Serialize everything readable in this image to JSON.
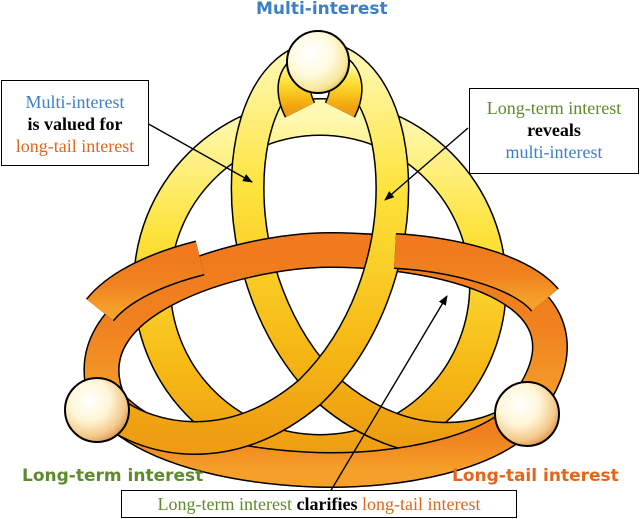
{
  "colors": {
    "multi_interest": "#3d7fc4",
    "long_term": "#5e8a2c",
    "long_tail": "#e2661d",
    "yellow_band": "#f6c21a",
    "orange_band": "#ee7a1f"
  },
  "vertices": {
    "top": "Multi-interest",
    "left": "Long-term interest",
    "right": "Long-tail interest"
  },
  "notes": {
    "left": {
      "line1": "Multi-interest",
      "line2": "is valued for",
      "line3": "long-tail interest"
    },
    "right": {
      "line1": "Long-term interest",
      "line2": "reveals",
      "line3": "multi-interest"
    },
    "bottom": {
      "part1": "Long-term interest",
      "part2": "clarifies",
      "part3": "long-tail interest"
    }
  }
}
